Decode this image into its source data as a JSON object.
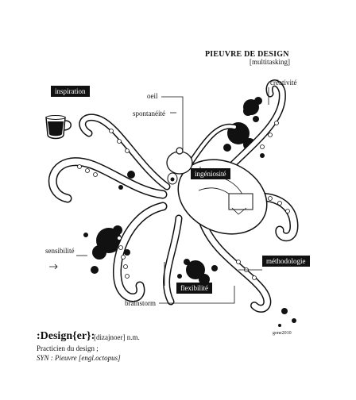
{
  "title": "PIEUVRE DE DESIGN",
  "subtitle": "[multitasking]",
  "labels": {
    "inspiration": "inspiration",
    "oeil": "oeil",
    "spontaneite": "spontanéité",
    "creativite": "créativité",
    "ingeniosite": "ingéniosité",
    "sensibilite": "sensibilité",
    "methodologie": "méthodologie",
    "flexibilite": "flexibilité",
    "brainstorm": "brainstorm"
  },
  "definition": {
    "word": ":Design{er}:",
    "pronunciation": "[dizajnoer] n.m.",
    "line1": "Practicien du design ;",
    "line2": "SYN : Pieuvre [engl.octopus]"
  },
  "signature": "gone2010",
  "colors": {
    "ink": "#111111",
    "paper": "#ffffff"
  },
  "icons": [
    "octopus-illustration",
    "teacup-icon",
    "arrow-icon"
  ]
}
